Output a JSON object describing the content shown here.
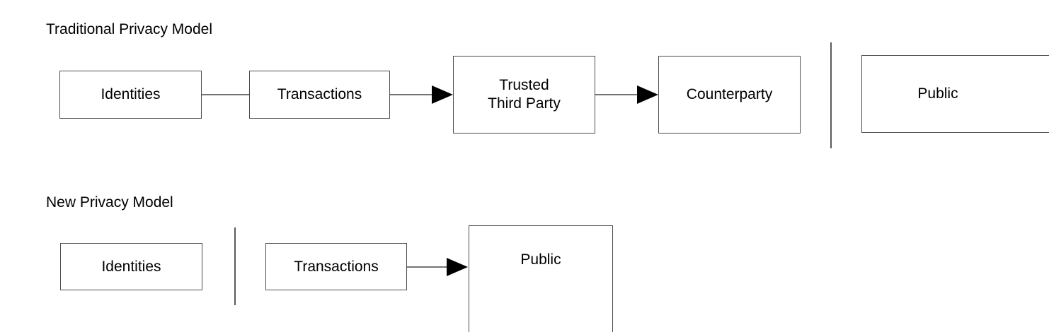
{
  "diagram": {
    "title_traditional": "Traditional Privacy Model",
    "title_new": "New Privacy Model",
    "colors": {
      "box_border": "#4d4d4d",
      "connector": "#737373",
      "divider": "#5a5a5a",
      "arrow": "#000000",
      "text": "#000000",
      "background": "#ffffff"
    },
    "sections": [
      {
        "id": "traditional",
        "title": "Traditional Privacy Model",
        "nodes": [
          {
            "id": "trad-identities",
            "label": "Identities"
          },
          {
            "id": "trad-transactions",
            "label": "Transactions"
          },
          {
            "id": "trad-trusted-third-party",
            "label": "Trusted\nThird Party"
          },
          {
            "id": "trad-counterparty",
            "label": "Counterparty"
          },
          {
            "id": "trad-public",
            "label": "Public"
          }
        ],
        "edges": [
          {
            "from": "trad-identities",
            "to": "trad-transactions",
            "arrow": false
          },
          {
            "from": "trad-transactions",
            "to": "trad-trusted-third-party",
            "arrow": true
          },
          {
            "from": "trad-trusted-third-party",
            "to": "trad-counterparty",
            "arrow": true
          }
        ],
        "divider_after": "trad-counterparty"
      },
      {
        "id": "new",
        "title": "New Privacy Model",
        "nodes": [
          {
            "id": "new-identities",
            "label": "Identities"
          },
          {
            "id": "new-transactions",
            "label": "Transactions"
          },
          {
            "id": "new-public",
            "label": "Public"
          }
        ],
        "edges": [
          {
            "from": "new-transactions",
            "to": "new-public",
            "arrow": true
          }
        ],
        "divider_after": "new-identities"
      }
    ],
    "labels": {
      "trad_identities": "Identities",
      "trad_transactions": "Transactions",
      "trad_trusted_third_party": "Trusted\nThird Party",
      "trad_counterparty": "Counterparty",
      "trad_public": "Public",
      "new_identities": "Identities",
      "new_transactions": "Transactions",
      "new_public": "Public"
    }
  }
}
